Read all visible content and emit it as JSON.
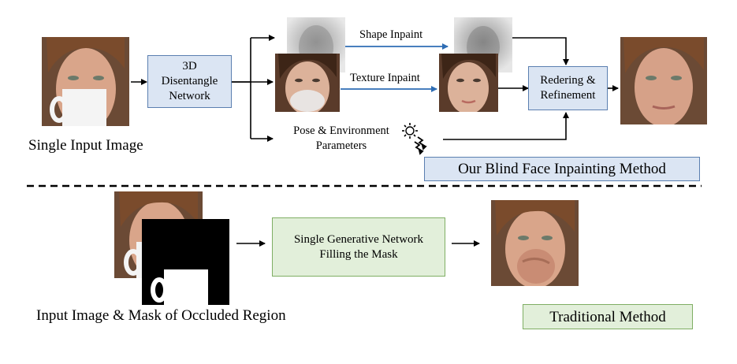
{
  "top": {
    "input_caption": "Single Input Image",
    "disentangle_line1": "3D",
    "disentangle_line2": "Disentangle",
    "disentangle_line3": "Network",
    "shape_label": "Shape Inpaint",
    "texture_label": "Texture Inpaint",
    "pose_line1": "Pose & Environment",
    "pose_line2": "Parameters",
    "render_line1": "Redering &",
    "render_line2": "Refinement",
    "method_label": "Our Blind Face Inpainting Method"
  },
  "bottom": {
    "input_caption": "Input Image & Mask of Occluded Region",
    "network_line1": "Single Generative Network",
    "network_line2": "Filling the Mask",
    "method_label": "Traditional Method"
  },
  "colors": {
    "blue_fill": "#dbe5f3",
    "blue_border": "#5b7fb0",
    "green_fill": "#e2efda",
    "green_border": "#7fae63",
    "arrow_blue": "#2e6db4"
  }
}
